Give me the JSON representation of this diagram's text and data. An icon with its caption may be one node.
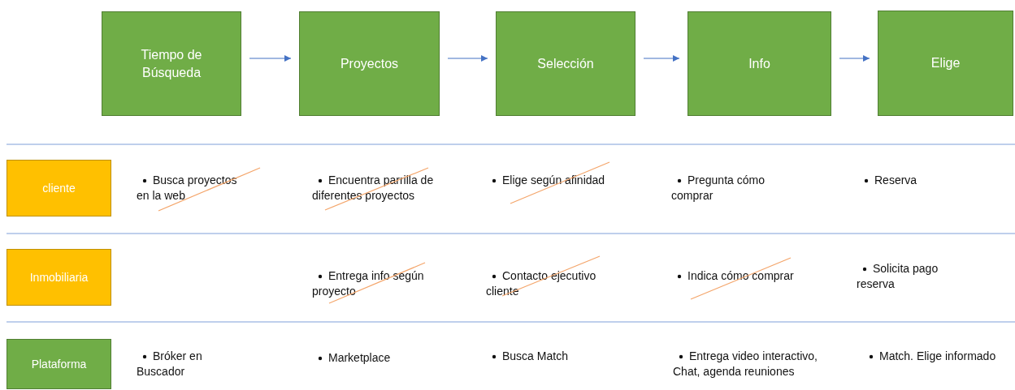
{
  "diagram": {
    "nodes": [
      {
        "text": [
          "Tiempo de Búsqueda"
        ]
      },
      {
        "text": [
          "Proyectos"
        ]
      },
      {
        "text": [
          "Selección"
        ]
      },
      {
        "text": [
          "Info"
        ]
      },
      {
        "text": [
          "Elige"
        ]
      },
      {
        "text": [
          "cliente"
        ]
      },
      {
        "text": [
          "Inmobiliaria"
        ]
      },
      {
        "text": [
          "Plataforma"
        ]
      }
    ],
    "edges": [
      {
        "from": 0,
        "to": 1,
        "arrow": "to"
      },
      {
        "from": 1,
        "to": 2,
        "arrow": "to"
      },
      {
        "from": 2,
        "to": 3,
        "arrow": "to"
      },
      {
        "from": 3,
        "to": 4,
        "arrow": "to"
      }
    ],
    "labels": [
      "Busca proyectos en la web",
      "Encuentra parrilla de diferentes proyectos",
      "Elige según afinidad",
      "Pregunta cómo comprar",
      "Reserva",
      "Entrega info según proyecto",
      "Contacto ejecutivo cliente",
      "Indica cómo comprar",
      "Solicita pago reserva",
      "Bróker en Buscador",
      "Marketplace",
      "Busca Match",
      "Entrega video interactivo, Chat, agenda reuniones",
      "Match. Elige informado"
    ]
  }
}
